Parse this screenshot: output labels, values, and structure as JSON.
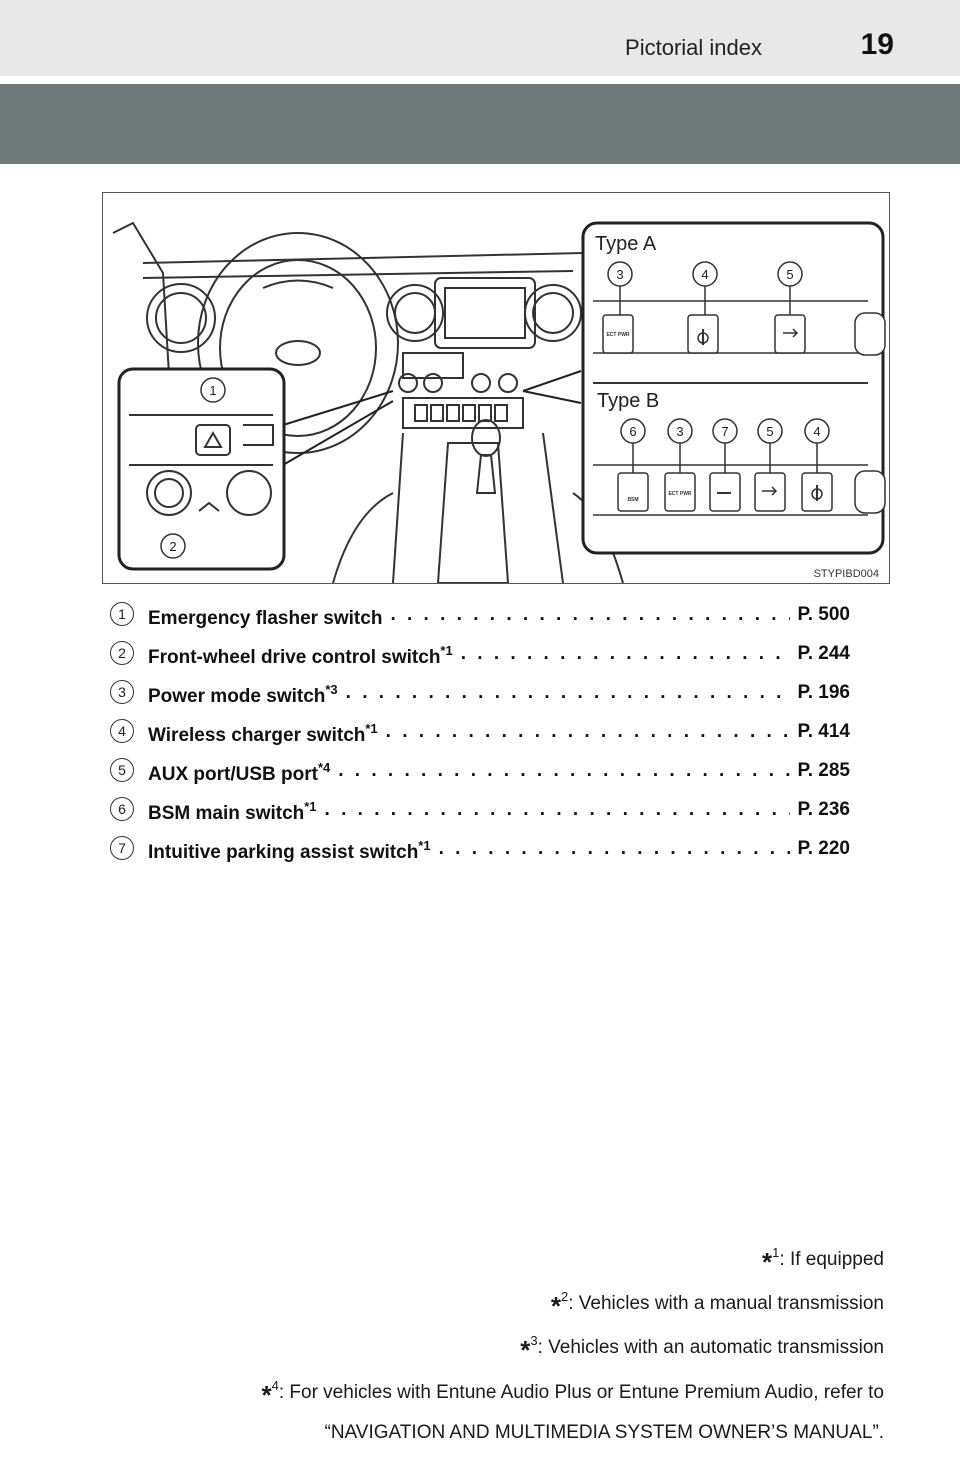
{
  "header": {
    "section_title": "Pictorial index",
    "page_number": "19"
  },
  "figure": {
    "type_a_label": "Type A",
    "type_b_label": "Type B",
    "figure_code": "STYPIBD004",
    "callouts_type_a": [
      "3",
      "4",
      "5"
    ],
    "callouts_type_b": [
      "6",
      "3",
      "7",
      "5",
      "4"
    ],
    "callouts_inset": [
      "1",
      "2"
    ],
    "switch_labels": {
      "ect_pwr": "ECT PWR",
      "bsm": "BSM"
    }
  },
  "index": [
    {
      "num": "1",
      "label": "Emergency flasher switch",
      "sup": "",
      "page": "P. 500"
    },
    {
      "num": "2",
      "label": "Front-wheel drive control switch",
      "sup": "*1",
      "page": "P. 244"
    },
    {
      "num": "3",
      "label": "Power mode switch",
      "sup": "*3",
      "page": "P. 196"
    },
    {
      "num": "4",
      "label": "Wireless charger switch",
      "sup": "*1",
      "page": "P. 414"
    },
    {
      "num": "5",
      "label": "AUX port/USB port",
      "sup": "*4",
      "page": "P. 285"
    },
    {
      "num": "6",
      "label": "BSM main switch",
      "sup": "*1",
      "page": "P. 236"
    },
    {
      "num": "7",
      "label": "Intuitive parking assist switch",
      "sup": "*1",
      "page": "P. 220"
    }
  ],
  "footnotes": [
    {
      "mark": "*",
      "num": "1",
      "text": ": If equipped",
      "cont": ""
    },
    {
      "mark": "*",
      "num": "2",
      "text": ": Vehicles with a manual transmission",
      "cont": ""
    },
    {
      "mark": "*",
      "num": "3",
      "text": ": Vehicles with an automatic transmission",
      "cont": ""
    },
    {
      "mark": "*",
      "num": "4",
      "text": ": For vehicles with Entune Audio Plus or Entune Premium Audio, refer to",
      "cont": "“NAVIGATION AND MULTIMEDIA SYSTEM OWNER’S MANUAL”."
    }
  ]
}
